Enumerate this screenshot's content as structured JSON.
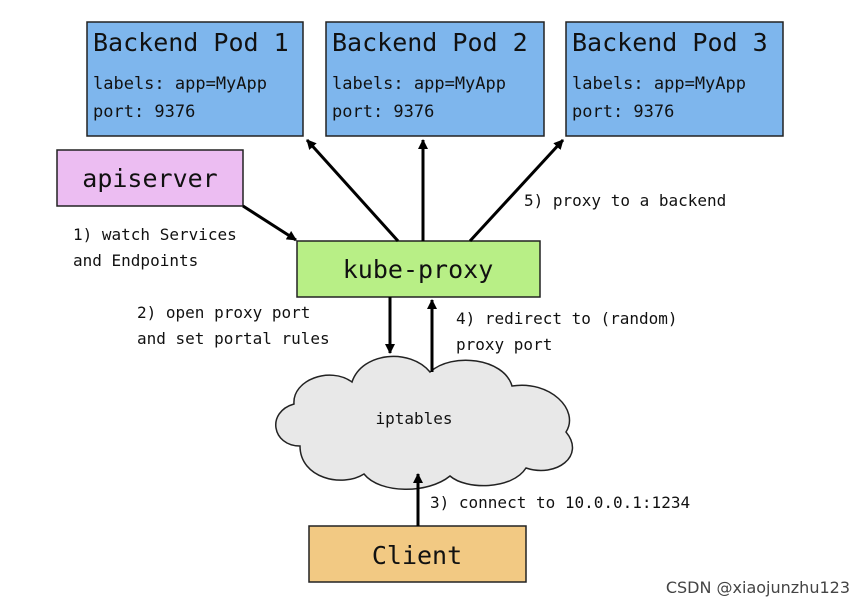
{
  "colors": {
    "pod_fill": "#7eb6ed",
    "apiserver_fill": "#ecbdf2",
    "kubeproxy_fill": "#b8ef86",
    "client_fill": "#f2c983",
    "cloud_fill": "#e8e8e8"
  },
  "pods": [
    {
      "title": "Backend Pod 1",
      "labels": "labels: app=MyApp",
      "port": "port: 9376"
    },
    {
      "title": "Backend Pod 2",
      "labels": "labels: app=MyApp",
      "port": "port: 9376"
    },
    {
      "title": "Backend Pod 3",
      "labels": "labels: app=MyApp",
      "port": "port: 9376"
    }
  ],
  "apiserver": {
    "label": "apiserver"
  },
  "kube_proxy": {
    "label": "kube-proxy"
  },
  "iptables": {
    "label": "iptables"
  },
  "client": {
    "label": "Client"
  },
  "steps": {
    "step1": [
      "1) watch Services",
      "and Endpoints"
    ],
    "step2": [
      "2) open proxy port",
      "and set portal rules"
    ],
    "step3": [
      "3) connect to 10.0.0.1:1234"
    ],
    "step4": [
      "4) redirect to (random)",
      "proxy port"
    ],
    "step5": [
      "5) proxy to a backend"
    ]
  },
  "watermark": "CSDN @xiaojunzhu123"
}
